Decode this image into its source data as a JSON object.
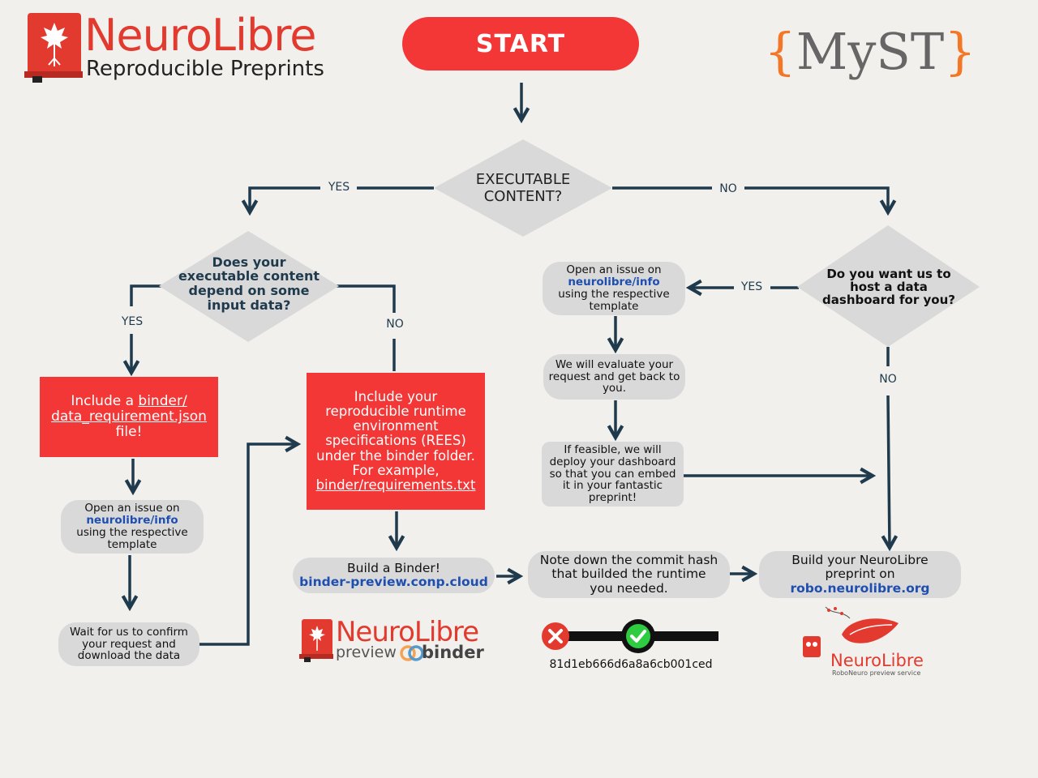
{
  "header": {
    "logo_title": "NeuroLibre",
    "logo_subtitle": "Reproducible Preprints",
    "start_label": "START",
    "myst_logo": "{MyST}"
  },
  "decisions": {
    "executable": "EXECUTABLE CONTENT?",
    "input_data": "Does your executable content depend on some input data?",
    "dashboard": "Do you want us to host a data dashboard for you?"
  },
  "labels": {
    "yes": "YES",
    "no": "NO"
  },
  "left_branch": {
    "data_req_prefix": "Include a ",
    "data_req_link": "binder/ data_requirement.json",
    "data_req_suffix": "file!",
    "issue_line1": "Open an issue on",
    "issue_link": "neurolibre/info",
    "issue_line2": "using the respective template",
    "wait": "Wait for us to confirm your request and download the data"
  },
  "middle_branch": {
    "rees_text": "Include your reproducible runtime environment specifications (REES) under the binder folder. For example,",
    "rees_link": "binder/requirements.txt",
    "build_title": "Build a Binder!",
    "build_link": "binder-preview.conp.cloud",
    "note_commit": "Note down the commit hash that builded the runtime you needed.",
    "final_line1": "Build your NeuroLibre",
    "final_line2": "preprint on",
    "final_link": "robo.neurolibre.org"
  },
  "right_branch": {
    "issue_line1": "Open an issue on",
    "issue_link": "neurolibre/info",
    "issue_line2": "using the respective template",
    "evaluate": "We will evaluate your request and get back to you.",
    "deploy": "If feasible, we will deploy your dashboard so that you can embed it in your fantastic preprint!"
  },
  "bottom_logos": {
    "preview_title": "NeuroLibre",
    "preview_word": "preview",
    "binder_word": "binder",
    "commit_hash": "81d1eb666d6a8a6cb001ced",
    "robo_title": "NeuroLibre",
    "robo_subtitle": "RoboNeuro preview service"
  },
  "colors": {
    "red": "#f33636",
    "navy": "#1f3a4d",
    "grey": "#d9d9d9",
    "link_blue": "#1e4fb0",
    "myst_orange": "#f37726",
    "check_green": "#2ecc40"
  }
}
